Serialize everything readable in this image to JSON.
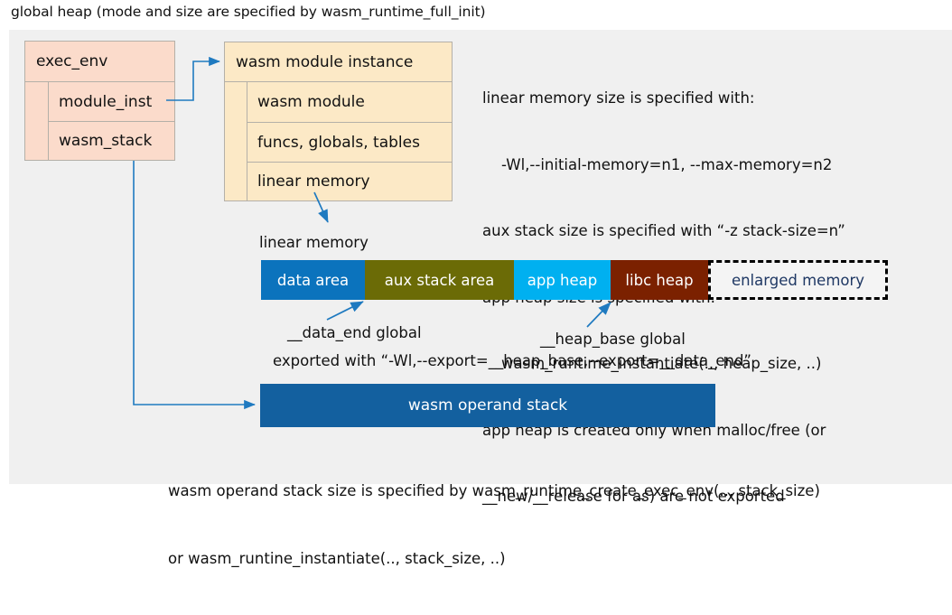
{
  "title": "global heap (mode and size are specified by wasm_runtime_full_init)",
  "colors": {
    "panel_bg": "#f0f0f0",
    "exec_env_fill": "#fbdbcb",
    "module_instance_fill": "#fce9c6",
    "box_stroke": "#b4b0a8",
    "connector": "#1f7ac0",
    "data_area": "#0b73bd",
    "aux_stack_area": "#6b6b06",
    "app_heap": "#00b0f0",
    "libc_heap": "#7b2100",
    "enlarged_memory_fill": "#f4f4f4",
    "enlarged_memory_text": "#1f3864",
    "operand_stack": "#13609f"
  },
  "exec_env": {
    "header": "exec_env",
    "fields": [
      "module_inst",
      "wasm_stack"
    ]
  },
  "module_instance": {
    "header": "wasm module instance",
    "fields": [
      "wasm module",
      "funcs, globals, tables",
      "linear memory"
    ]
  },
  "notes": {
    "lines": [
      "linear memory size is specified with:",
      "    -Wl,--initial-memory=n1, --max-memory=n2",
      "aux stack size is specified with “-z stack-size=n”",
      "app heap size is specified with:",
      "    wasm_runtime_instantiate(.., heap_size, ..)",
      "app heap is created only when malloc/free (or",
      "__new/__release for as) are not exported"
    ]
  },
  "linear_memory": {
    "label": "linear memory",
    "segments": [
      {
        "label": "data area",
        "width": 115,
        "color": "#0b73bd",
        "dashed": false
      },
      {
        "label": "aux stack area",
        "width": 165,
        "color": "#6b6b06",
        "dashed": false
      },
      {
        "label": "app heap",
        "width": 107,
        "color": "#00b0f0",
        "dashed": false
      },
      {
        "label": "libc heap",
        "width": 108,
        "color": "#7b2100",
        "dashed": false
      },
      {
        "label": "enlarged memory",
        "width": 199,
        "color": "#f4f4f4",
        "dashed": true
      }
    ]
  },
  "annotations": {
    "data_end": "__data_end global",
    "heap_base": "__heap_base global",
    "exported_with": "exported with “-Wl,--export=__heap_base,--export=__data_end”"
  },
  "operand_stack": {
    "label": "wasm operand stack",
    "note_lines": [
      "wasm operand stack size is specified by wasm_runtime_create_exec_env(.., stack_size)",
      "or wasm_runtine_instantiate(.., stack_size, ..)"
    ]
  }
}
